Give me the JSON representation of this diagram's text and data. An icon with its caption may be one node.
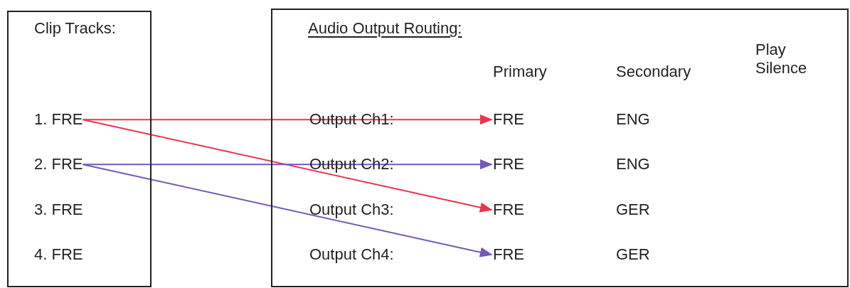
{
  "diagram": {
    "nodes": [
      {
        "text": [
          "Clip Tracks:"
        ]
      },
      {
        "text": [
          "1. FRE"
        ],
        "in": 0
      },
      {
        "text": [
          "2. FRE"
        ],
        "in": 0
      },
      {
        "text": [
          "3. FRE"
        ],
        "in": 0
      },
      {
        "text": [
          "4. FRE"
        ],
        "in": 0
      },
      {
        "text": [
          "Audio Output Routing:"
        ]
      },
      {
        "text": [
          "FRE"
        ],
        "in": 5
      },
      {
        "text": [
          "FRE"
        ],
        "in": 5
      },
      {
        "text": [
          "FRE"
        ],
        "in": 5
      },
      {
        "text": [
          "FRE"
        ],
        "in": 5
      }
    ],
    "edges": [
      {
        "from": 1,
        "to": 6,
        "arrow": "to",
        "color": "#ec3350"
      },
      {
        "from": 1,
        "to": 8,
        "arrow": "to",
        "color": "#ec3350"
      },
      {
        "from": 2,
        "to": 7,
        "arrow": "to",
        "color": "#7559b8"
      },
      {
        "from": 2,
        "to": 9,
        "arrow": "to",
        "color": "#7559b8"
      }
    ],
    "labels": [
      "Primary",
      "Secondary",
      "Play Silence",
      "Output Ch1:",
      "ENG",
      "Output Ch2:",
      "ENG",
      "Output Ch3:",
      "GER",
      "Output Ch4:",
      "GER"
    ]
  }
}
